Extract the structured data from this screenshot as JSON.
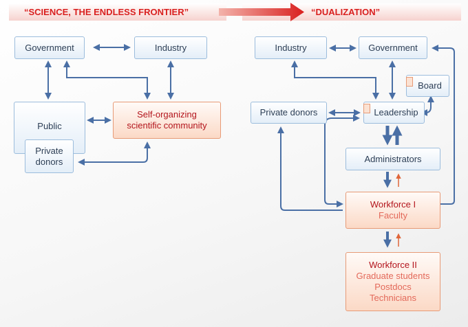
{
  "headers": {
    "left": "“SCIENCE, THE ENDLESS FRONTIER”",
    "right": "“DUALIZATION”"
  },
  "left": {
    "government": "Government",
    "industry": "Industry",
    "public": "Public",
    "private_donors": [
      "Private",
      "donors"
    ],
    "community": [
      "Self-organizing",
      "scientific community"
    ]
  },
  "right": {
    "industry": "Industry",
    "government": "Government",
    "board": "Board",
    "private_donors": "Private donors",
    "leadership": "Leadership",
    "administrators": "Administrators",
    "workforce1": {
      "title": "Workforce I",
      "lines": [
        "Faculty"
      ]
    },
    "workforce2": {
      "title": "Workforce II",
      "lines": [
        "Graduate students",
        "Postdocs",
        "Technicians"
      ]
    }
  },
  "colors": {
    "arrow_blue": "#4a6fa5",
    "arrow_orange": "#e0663a",
    "header_red": "#d9201f",
    "big_arrow_red": "#d9201f"
  }
}
